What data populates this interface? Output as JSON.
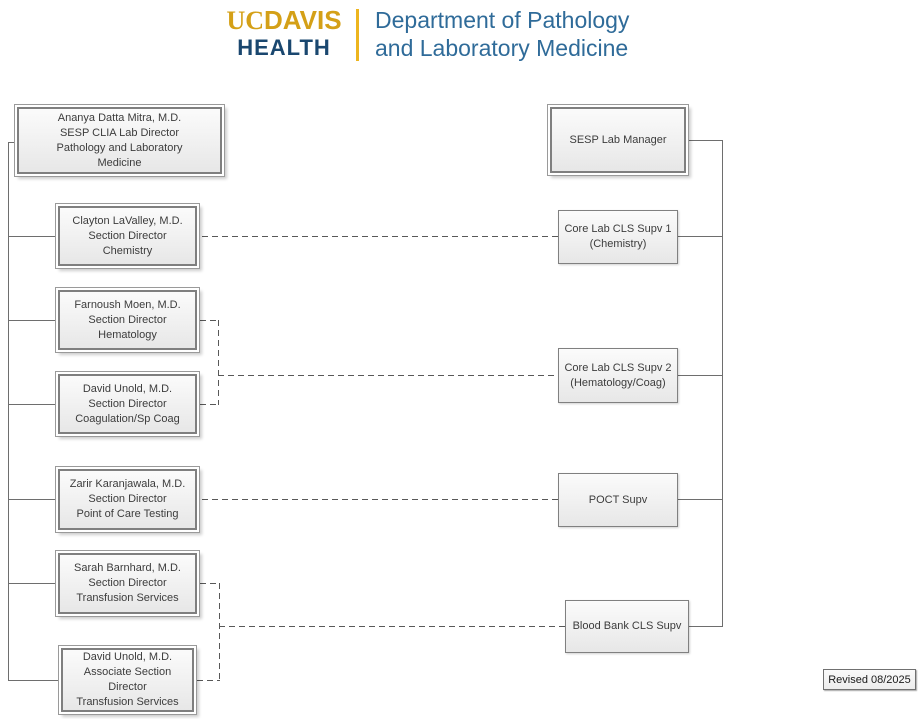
{
  "header": {
    "logo": {
      "uc": "UC",
      "davis": "DAVIS",
      "health": "HEALTH"
    },
    "title_line1": "Department of Pathology",
    "title_line2": "and Laboratory Medicine",
    "colors": {
      "gold": "#D4A017",
      "health_blue": "#1A476F",
      "title_blue": "#2F6B99"
    }
  },
  "org_chart": {
    "left_column": [
      {
        "text": "Ananya Datta Mitra, M.D.\nSESP CLIA Lab Director\nPathology and Laboratory\nMedicine"
      },
      {
        "text": "Clayton LaValley, M.D.\nSection Director\nChemistry"
      },
      {
        "text": "Farnoush Moen, M.D.\nSection Director\nHematology"
      },
      {
        "text": "David Unold, M.D.\nSection Director\nCoagulation/Sp Coag"
      },
      {
        "text": "Zarir Karanjawala, M.D.\nSection Director\nPoint of Care Testing"
      },
      {
        "text": "Sarah Barnhard, M.D.\nSection Director\nTransfusion Services"
      },
      {
        "text": "David Unold, M.D.\nAssociate Section\nDirector\nTransfusion Services"
      }
    ],
    "right_column": [
      {
        "text": "SESP Lab Manager"
      },
      {
        "text": "Core Lab CLS Supv 1\n(Chemistry)"
      },
      {
        "text": "Core Lab CLS Supv 2\n(Hematology/Coag)"
      },
      {
        "text": "POCT Supv"
      },
      {
        "text": "Blood Bank CLS Supv"
      }
    ],
    "revised_label": "Revised 08/2025"
  }
}
